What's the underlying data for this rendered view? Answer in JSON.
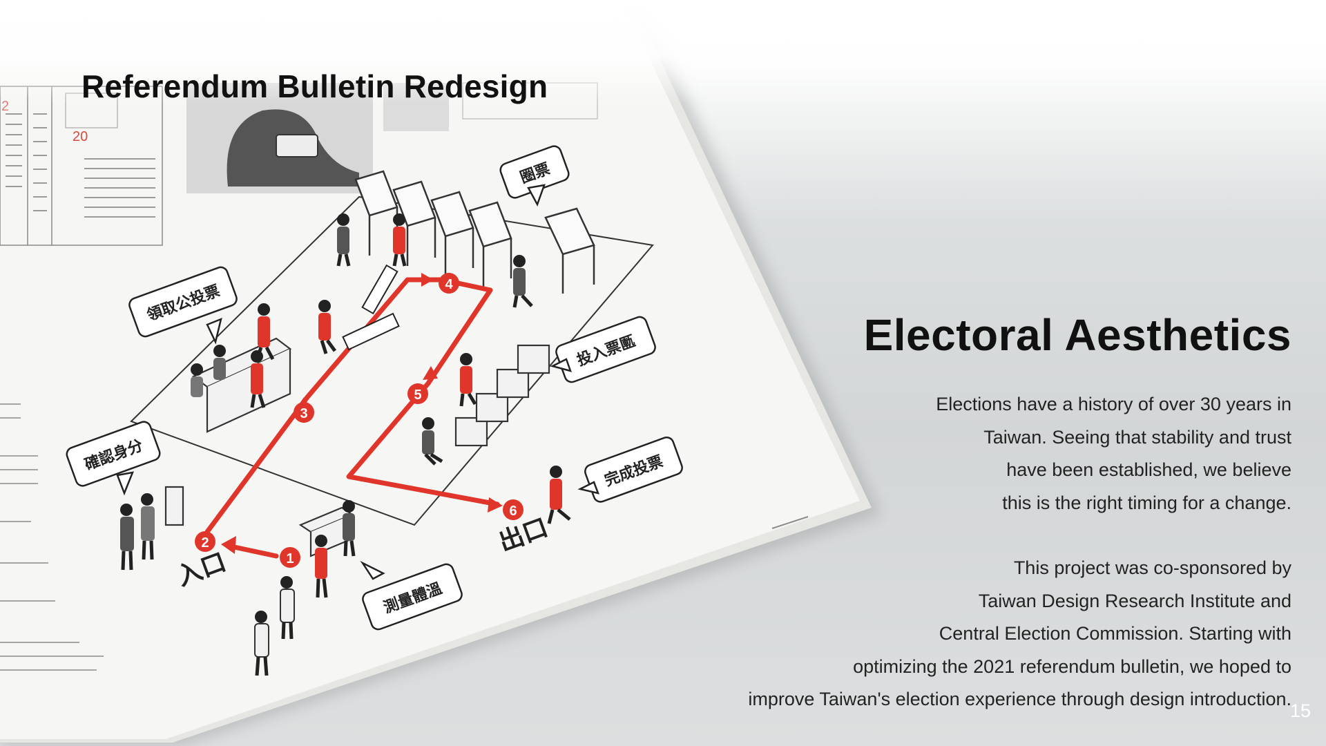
{
  "slide_title": "Referendum Bulletin Redesign",
  "section_heading": "Electoral Aesthetics",
  "paragraphs": [
    {
      "lines": [
        "Elections have a history of over 30 years in",
        "Taiwan. Seeing that stability and trust",
        "have been established, we believe",
        "this is the right timing for a change."
      ]
    },
    {
      "lines": [
        "This project was co-sponsored by",
        "Taiwan Design Research Institute and",
        "Central Election Commission. Starting with",
        "optimizing the 2021 referendum bulletin, we hoped to",
        "improve Taiwan's election experience through design introduction."
      ]
    }
  ],
  "page_number": "15",
  "illustration": {
    "callouts": [
      "領取公投票",
      "圈票",
      "投入票匭",
      "確認身分",
      "完成投票",
      "測量體溫"
    ],
    "step_numbers": [
      "1",
      "2",
      "3",
      "4",
      "5",
      "6"
    ],
    "entrance_label": "入口",
    "exit_label": "出口",
    "sidebar_number": "20"
  },
  "colors": {
    "accent_red": "#e0352b",
    "text_dark": "#111111",
    "paper": "#f6f6f4",
    "line_gray": "#333333"
  }
}
